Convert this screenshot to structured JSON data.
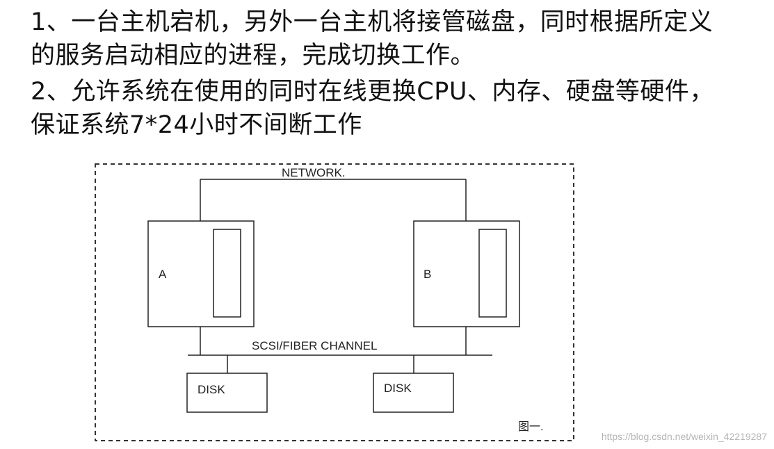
{
  "paragraphs": [
    {
      "line1": "1、一台主机宕机，另外一台主机将接管磁盘，同时根据所定义",
      "line2": "的服务启动相应的进程，完成切换工作。"
    },
    {
      "line1": "2、允许系统在使用的同时在线更换CPU、内存、硬盘等硬件，",
      "line2": "保证系统7*24小时不间断工作"
    }
  ],
  "diagram": {
    "network_label": "NETWORK.",
    "channel_label": "SCSI/FIBER CHANNEL",
    "host_a_label": "A",
    "host_b_label": "B",
    "disk1_label": "DISK",
    "disk2_label": "DISK",
    "caption": "图一."
  },
  "watermark": "https://blog.csdn.net/weixin_42219287"
}
